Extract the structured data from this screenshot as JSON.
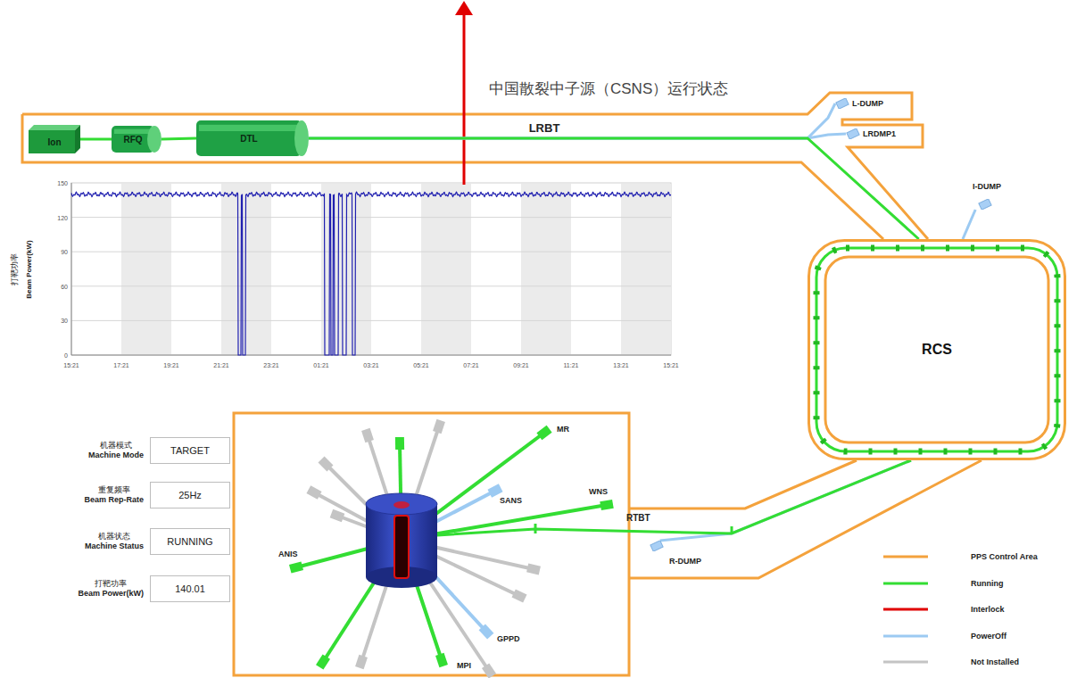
{
  "diagram": {
    "title": "中国散裂中子源（CSNS）运行状态",
    "nodes": [
      {
        "text": [
          "Ion"
        ]
      },
      {
        "text": [
          "RFQ"
        ]
      },
      {
        "text": [
          "DTL"
        ]
      },
      {
        "text": [
          "L-DUMP"
        ]
      },
      {
        "text": [
          "LRDMP1"
        ]
      },
      {
        "text": [
          "I-DUMP"
        ]
      },
      {
        "text": [
          "RCS"
        ]
      },
      {
        "text": [
          "R-DUMP"
        ]
      },
      {
        "text": [
          "机器模式",
          "Machine Mode",
          "TARGET"
        ]
      },
      {
        "text": [
          "重复频率",
          "Beam Rep-Rate",
          "25Hz"
        ]
      },
      {
        "text": [
          "机器状态",
          "Machine Status",
          "RUNNING"
        ]
      },
      {
        "text": [
          "打靶功率",
          "Beam Power(kW)",
          "140.01"
        ]
      }
    ],
    "edges": [
      {
        "from": 0,
        "to": 1,
        "arrow": "none"
      },
      {
        "from": 1,
        "to": 2,
        "arrow": "none"
      },
      {
        "from": 2,
        "to": 3,
        "arrow": "none"
      },
      {
        "from": 2,
        "to": 4,
        "arrow": "none"
      },
      {
        "from": 2,
        "to": 6,
        "label": "LRBT",
        "arrow": "none"
      },
      {
        "from": 6,
        "to": 5,
        "arrow": "none"
      },
      {
        "from": 6,
        "to": 7,
        "arrow": "none"
      }
    ],
    "labels": [
      "打靶功率",
      "Beam Power(kW)",
      "0",
      "30",
      "60",
      "90",
      "120",
      "150",
      "15:21",
      "17:21",
      "19:21",
      "21:21",
      "23:21",
      "01:21",
      "03:21",
      "05:21",
      "07:21",
      "09:21",
      "11:21",
      "13:21",
      "15:21",
      "RTBT",
      "MR",
      "SANS",
      "WNS",
      "ANIS",
      "GPPD",
      "MPI"
    ],
    "legend": [
      {
        "text": "PPS Control Area"
      },
      {
        "text": "Running"
      },
      {
        "text": "Interlock"
      },
      {
        "text": "PowerOff"
      },
      {
        "text": "Not Installed"
      }
    ]
  }
}
